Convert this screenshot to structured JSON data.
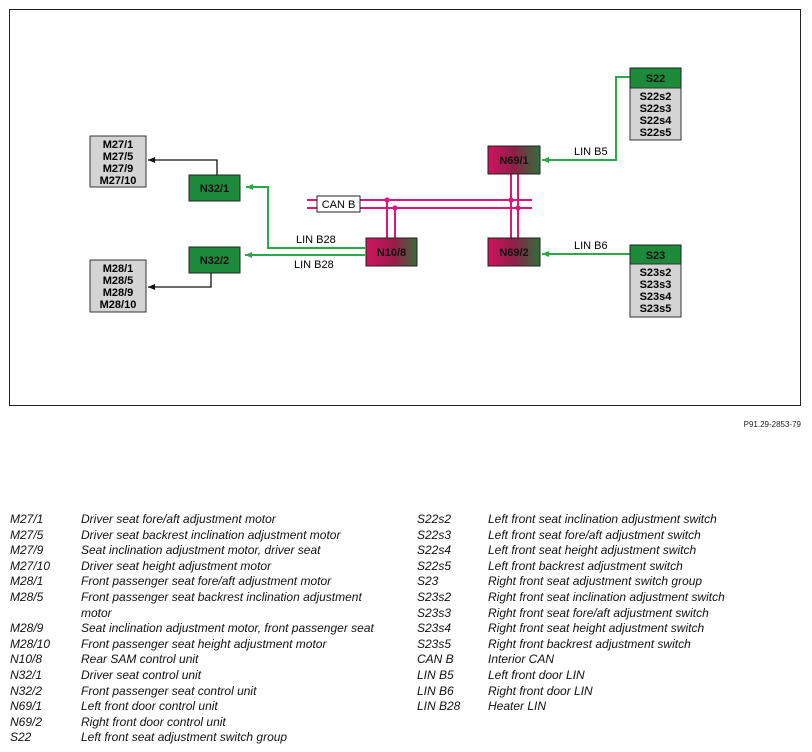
{
  "diagram": {
    "nodes": {
      "n32_1": "N32/1",
      "n32_2": "N32/2",
      "n10_8": "N10/8",
      "n69_1": "N69/1",
      "n69_2": "N69/2",
      "s22_head": "S22",
      "s23_head": "S23"
    },
    "groups": {
      "m27": [
        "M27/1",
        "M27/5",
        "M27/9",
        "M27/10"
      ],
      "m28": [
        "M28/1",
        "M28/5",
        "M28/9",
        "M28/10"
      ],
      "s22": [
        "S22s2",
        "S22s3",
        "S22s4",
        "S22s5"
      ],
      "s23": [
        "S23s2",
        "S23s3",
        "S23s4",
        "S23s5"
      ]
    },
    "labels": {
      "can_b": "CAN B",
      "lin_b28_top": "LIN B28",
      "lin_b28_bottom": "LIN B28",
      "lin_b5": "LIN B5",
      "lin_b6": "LIN B6"
    },
    "colors": {
      "green": "#1e8a3c",
      "green_line": "#2aa84a",
      "can_line": "#e0157a",
      "gray_box": "#d4d4d4"
    },
    "ref_code": "P91.29-2853-79"
  },
  "legend_left": [
    {
      "code": "M27/1",
      "desc": "Driver seat fore/aft adjustment motor"
    },
    {
      "code": "M27/5",
      "desc": "Driver seat backrest inclination adjustment motor"
    },
    {
      "code": "M27/9",
      "desc": "Seat inclination adjustment motor, driver seat"
    },
    {
      "code": "M27/10",
      "desc": "Driver seat height adjustment motor"
    },
    {
      "code": "M28/1",
      "desc": "Front passenger seat fore/aft adjustment motor"
    },
    {
      "code": "M28/5",
      "desc": "Front passenger seat backrest inclination adjustment motor"
    },
    {
      "code": "M28/9",
      "desc": "Seat inclination adjustment motor, front passenger seat"
    },
    {
      "code": "M28/10",
      "desc": "Front passenger seat height adjustment motor"
    },
    {
      "code": "N10/8",
      "desc": "Rear SAM control unit"
    },
    {
      "code": "N32/1",
      "desc": "Driver seat control unit"
    },
    {
      "code": "N32/2",
      "desc": "Front passenger seat control unit"
    },
    {
      "code": "N69/1",
      "desc": "Left front door control unit"
    },
    {
      "code": "N69/2",
      "desc": "Right front door control unit"
    },
    {
      "code": "S22",
      "desc": "Left front seat adjustment switch group"
    }
  ],
  "legend_right": [
    {
      "code": "S22s2",
      "desc": "Left front seat inclination adjustment switch"
    },
    {
      "code": "S22s3",
      "desc": "Left front seat fore/aft adjustment switch"
    },
    {
      "code": "S22s4",
      "desc": "Left front seat height adjustment switch"
    },
    {
      "code": "S22s5",
      "desc": "Left front backrest adjustment switch"
    },
    {
      "code": "S23",
      "desc": "Right front seat adjustment switch group"
    },
    {
      "code": "S23s2",
      "desc": "Right front seat inclination adjustment switch"
    },
    {
      "code": "S23s3",
      "desc": "Right front seat fore/aft adjustment switch"
    },
    {
      "code": "S23s4",
      "desc": "Right front seat height adjustment switch"
    },
    {
      "code": "S23s5",
      "desc": "Right front backrest adjustment switch"
    },
    {
      "code": "CAN B",
      "desc": "Interior CAN"
    },
    {
      "code": "LIN B5",
      "desc": "Left front door LIN"
    },
    {
      "code": "LIN B6",
      "desc": "Right front door LIN"
    },
    {
      "code": "LIN B28",
      "desc": "Heater LIN"
    }
  ]
}
